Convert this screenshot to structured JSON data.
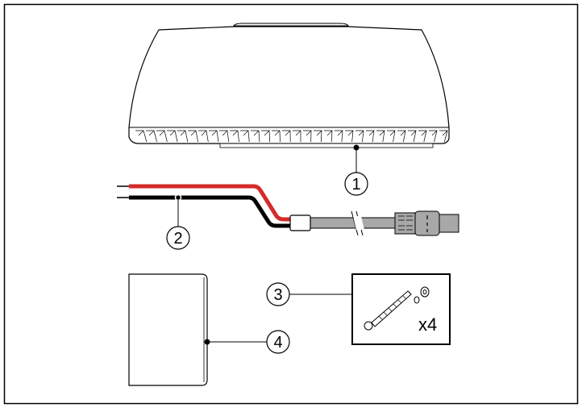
{
  "callouts": [
    {
      "number": "1",
      "item": "radome-scanner"
    },
    {
      "number": "2",
      "item": "power-cable"
    },
    {
      "number": "3",
      "item": "fixing-kit"
    },
    {
      "number": "4",
      "item": "documentation"
    }
  ],
  "fixing_kit": {
    "quantity": "x4"
  },
  "colors": {
    "red_wire": "#d42a2a",
    "black_wire": "#000000",
    "cable_gray": "#a8a8a8"
  }
}
